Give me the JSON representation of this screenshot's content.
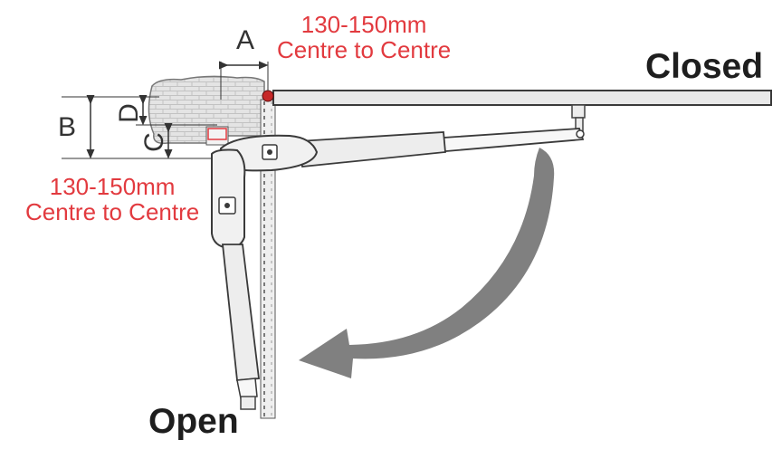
{
  "labels": {
    "closed": "Closed",
    "open": "Open",
    "a": "A",
    "b": "B",
    "c": "C",
    "d": "D"
  },
  "top_note": {
    "line1": "130-150mm",
    "line2": "Centre to Centre"
  },
  "left_note": {
    "line1": "130-150mm",
    "line2": "Centre to Centre"
  },
  "colors": {
    "note_red": "#e23a3f",
    "arrow_grey": "#808080",
    "outline": "#3a3a3a",
    "gate_fill": "#e9e9e9"
  }
}
